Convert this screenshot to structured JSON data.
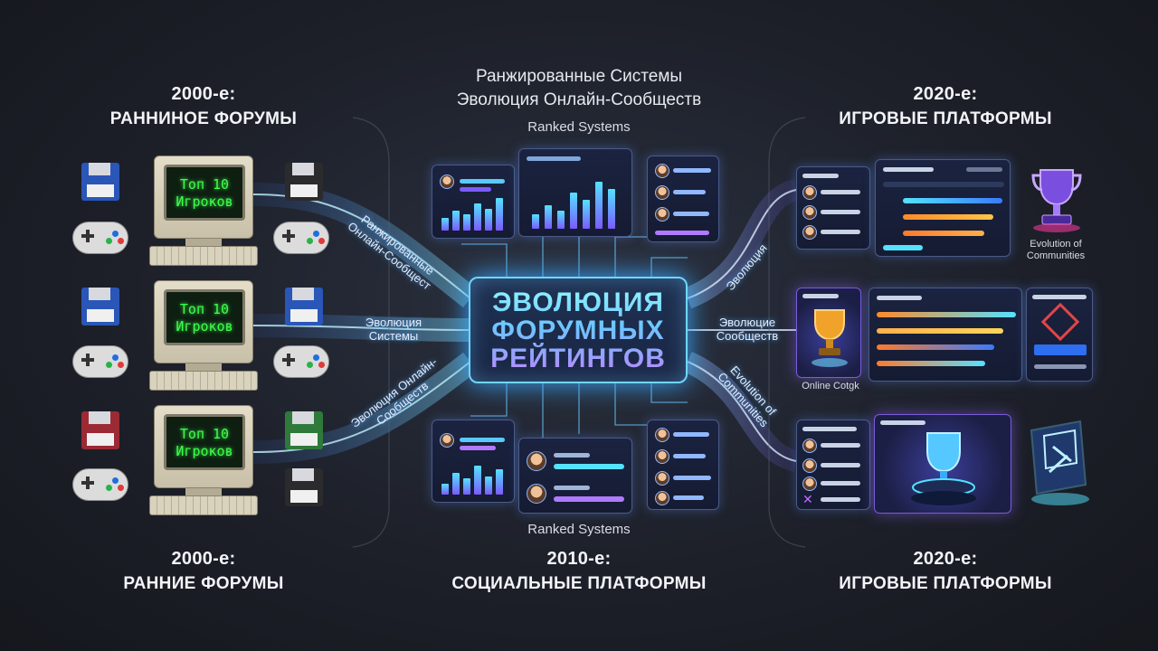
{
  "center": {
    "top_line1": "Ранжированные Системы",
    "top_line2": "Эволюция Онлайн-Сообществ",
    "ranked_top": "Ranked Systems",
    "hub_title": "ЭВОЛЮЦИЯ\nФОРУМНЫХ\nРЕЙТИНГОВ",
    "ranked_bottom": "Ranked Systems",
    "bottom_year": "2010-е:",
    "bottom_title": "СОЦИАЛЬНЫЕ ПЛАТФОРМЫ"
  },
  "left": {
    "top_year": "2000-е:",
    "top_title": "РАННИНОЕ ФОРУМЫ",
    "bottom_year": "2000-е:",
    "bottom_title": "РАННИЕ ФОРУМЫ",
    "screen_text_line1": "Топ 10",
    "screen_text_line2": "Игроков",
    "flow_label_1": "Ранжированные Онлайн-Сообщест",
    "flow_label_2_line1": "Эволюция",
    "flow_label_2_line2": "Системы",
    "flow_label_3": "Эволюция Онлайн-Сообществ"
  },
  "right": {
    "top_year": "2020-е:",
    "top_title": "ИГРОВЫЕ ПЛАТФОРМЫ",
    "bottom_year": "2020-е:",
    "bottom_title": "ИГРОВЫЕ ПЛАТФОРМЫ",
    "evolution_label_line1": "Evolution of",
    "evolution_label_line2": "Communities",
    "online_label": "Online Cotgk",
    "flow_label_1": "Эволюция",
    "flow_label_2_line1": "Эволюцие",
    "flow_label_2_line2": "Сообществ",
    "flow_label_3": "Evolution of Communities"
  },
  "colors": {
    "accent_cyan": "#54e2ff",
    "accent_violet": "#7a5bff",
    "retro_green": "#3dff4a",
    "background": "#1d2029"
  },
  "icons": [
    "floppy-disk-icon",
    "gamepad-icon",
    "retro-computer-icon",
    "trophy-icon",
    "avatar-icon"
  ]
}
